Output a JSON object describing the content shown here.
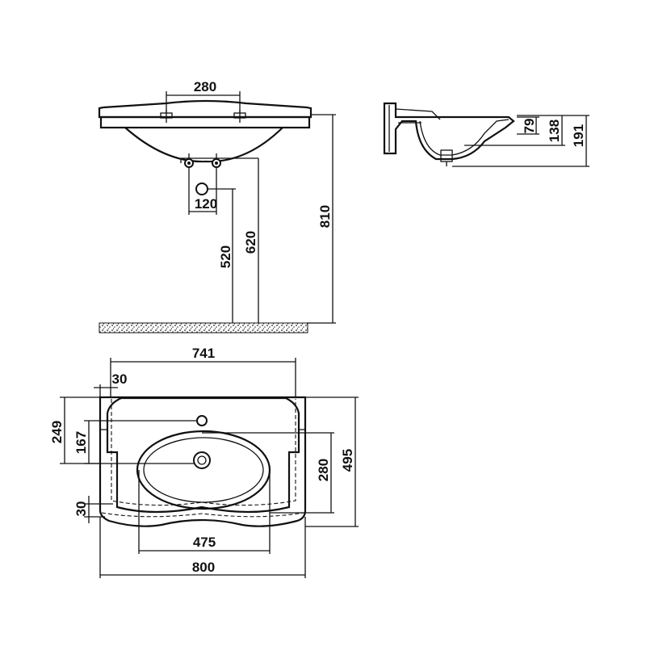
{
  "front_view": {
    "dim_tap_spacing": "280",
    "dim_waste_spacing": "120",
    "dim_waste_height": "520",
    "dim_trap_height": "620",
    "dim_total_height": "810"
  },
  "side_view": {
    "dim_depth_a": "79",
    "dim_depth_b": "138",
    "dim_depth_c": "191"
  },
  "top_view": {
    "dim_inner_width": "741",
    "dim_edge_offset": "30",
    "dim_tap_hole_y": "249",
    "dim_drain_y": "167",
    "dim_bowl_depth": "280",
    "dim_total_depth": "495",
    "dim_front_offset": "30",
    "dim_bowl_width": "475",
    "dim_total_width": "800"
  },
  "colors": {
    "line": "#111111",
    "background": "#ffffff"
  }
}
